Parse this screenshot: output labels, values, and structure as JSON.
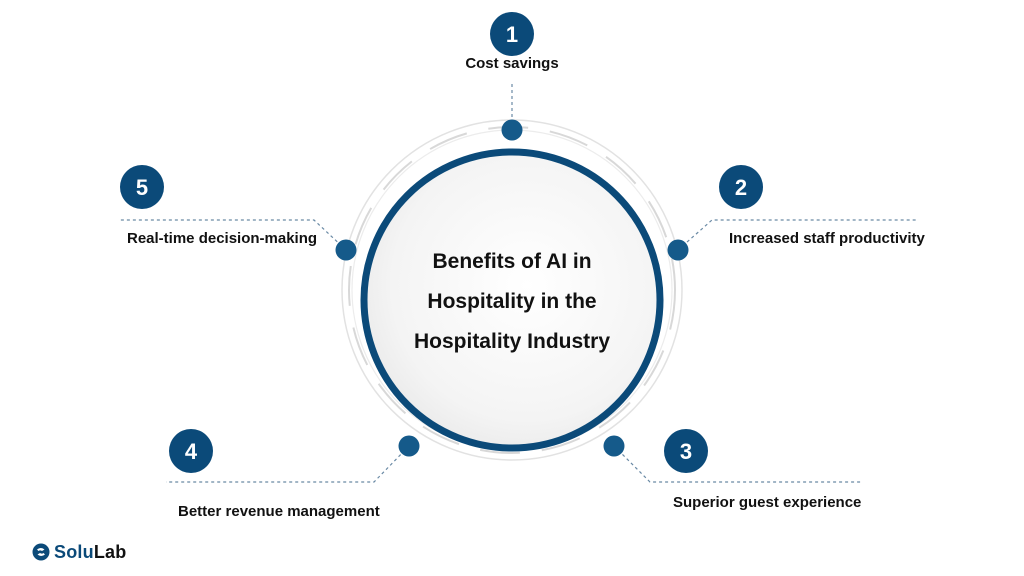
{
  "center_title": {
    "lines": [
      "Benefits of AI in",
      "Hospitality in the",
      "Hospitality Industry"
    ]
  },
  "benefits": [
    {
      "number": "1",
      "label": "Cost savings"
    },
    {
      "number": "2",
      "label": "Increased staff productivity"
    },
    {
      "number": "3",
      "label": "Superior guest experience"
    },
    {
      "number": "4",
      "label": "Better revenue management"
    },
    {
      "number": "5",
      "label": "Real-time decision-making"
    }
  ],
  "brand": {
    "part1": "Solu",
    "part2": "Lab"
  },
  "colors": {
    "accent": "#0b4a79",
    "dot": "#155a8a",
    "ring_light": "#e2e2e2",
    "connector": "#6a8aa5",
    "text": "#111111"
  }
}
